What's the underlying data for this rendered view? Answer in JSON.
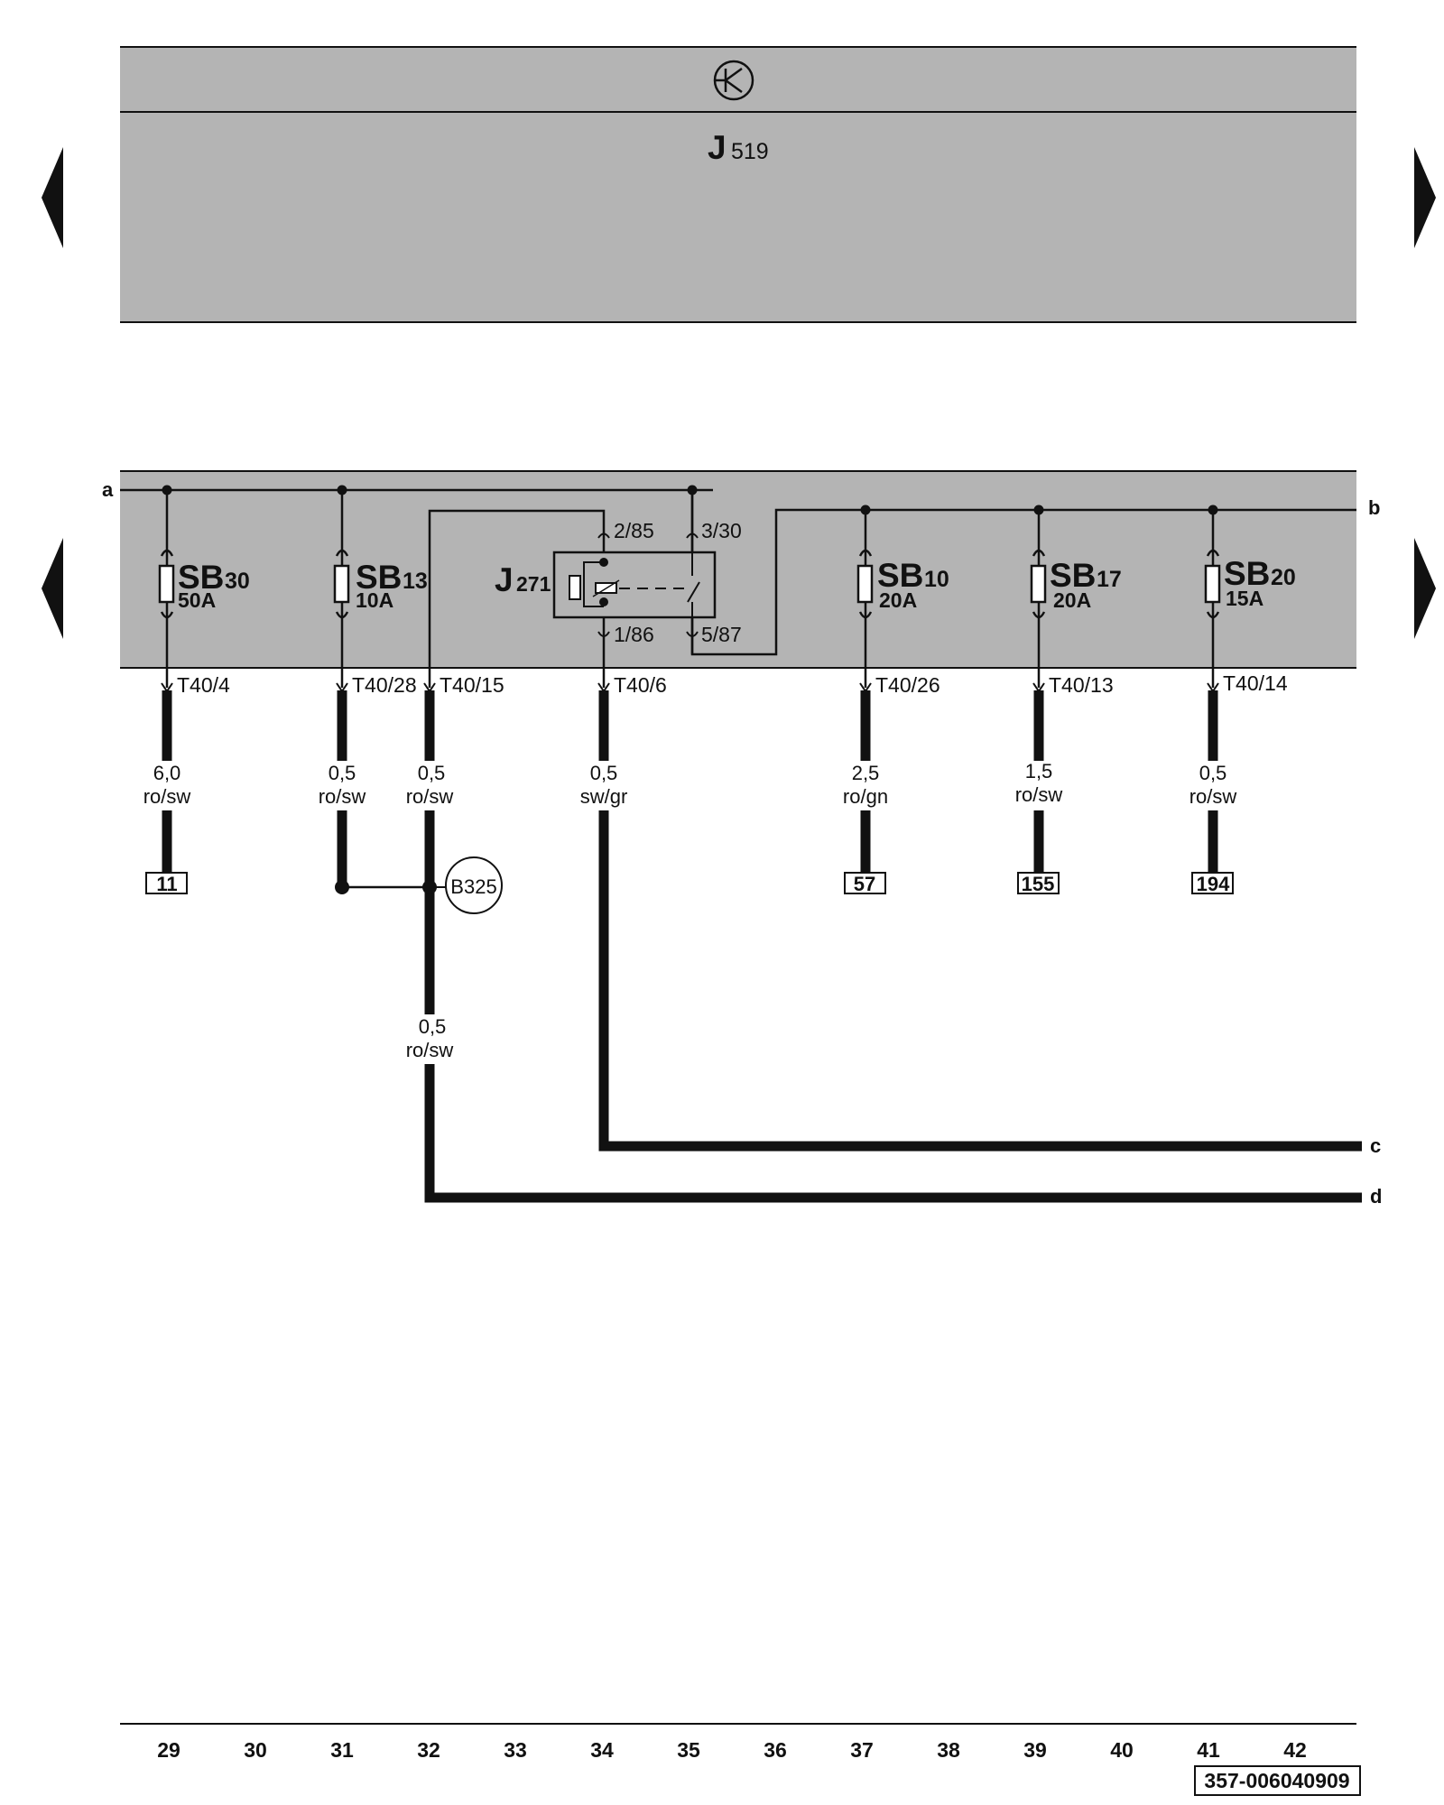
{
  "top_unit": {
    "label": "J",
    "sub": "519",
    "icon": "ground-symbol-icon"
  },
  "fuse_box": {
    "left_label": "a",
    "right_label": "b"
  },
  "relay": {
    "label": "J",
    "sub": "271",
    "pins": [
      "2/85",
      "3/30",
      "1/86",
      "5/87"
    ]
  },
  "fuses": [
    {
      "name": "SB",
      "num": "30",
      "amp": "50A",
      "pin": "T40/4",
      "gauge": "6,0",
      "color": "ro/sw",
      "ref": "11"
    },
    {
      "name": "SB",
      "num": "13",
      "amp": "10A",
      "pin": "T40/28",
      "gauge": "0,5",
      "color": "ro/sw",
      "ref": ""
    },
    {
      "name": "SB",
      "num": "10",
      "amp": "20A",
      "pin": "T40/26",
      "gauge": "2,5",
      "color": "ro/gn",
      "ref": "57"
    },
    {
      "name": "SB",
      "num": "17",
      "amp": "20A",
      "pin": "T40/13",
      "gauge": "1,5",
      "color": "ro/sw",
      "ref": "155"
    },
    {
      "name": "SB",
      "num": "20",
      "amp": "15A",
      "pin": "T40/14",
      "gauge": "0,5",
      "color": "ro/sw",
      "ref": "194"
    }
  ],
  "extra_wires": [
    {
      "pin": "T40/15",
      "gauge": "0,5",
      "color": "ro/sw"
    },
    {
      "pin": "T40/6",
      "gauge": "0,5",
      "color": "sw/gr"
    }
  ],
  "splice": {
    "label": "B325"
  },
  "lower_wire": {
    "gauge": "0,5",
    "color": "ro/sw"
  },
  "outputs": [
    "c",
    "d"
  ],
  "coordinates": [
    "29",
    "30",
    "31",
    "32",
    "33",
    "34",
    "35",
    "36",
    "37",
    "38",
    "39",
    "40",
    "41",
    "42"
  ],
  "doc_id": "357-006040909",
  "nav": {
    "prev": "previous-page-arrow",
    "next": "next-page-arrow"
  },
  "colors": {
    "panel": "#b4b4b4",
    "line": "#111111",
    "background": "#ffffff"
  }
}
